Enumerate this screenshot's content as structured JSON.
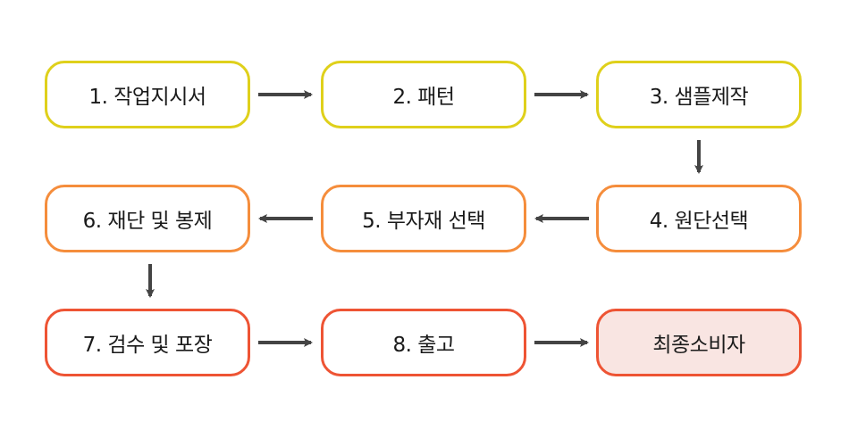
{
  "nodes": [
    {
      "label": "1. 작업지시서"
    },
    {
      "label": "2. 패턴"
    },
    {
      "label": "3. 샘플제작"
    },
    {
      "label": "4. 원단선택"
    },
    {
      "label": "5. 부자재 선택"
    },
    {
      "label": "6. 재단 및 봉제"
    },
    {
      "label": "7. 검수 및 포장"
    },
    {
      "label": "8. 출고"
    },
    {
      "label": "최종소비자"
    }
  ],
  "colors": {
    "row1_border": "#dfd01b",
    "row2_border": "#f58d3c",
    "row3_border": "#ee5434",
    "final_fill": "#f9e5e2",
    "arrow": "#444444"
  }
}
